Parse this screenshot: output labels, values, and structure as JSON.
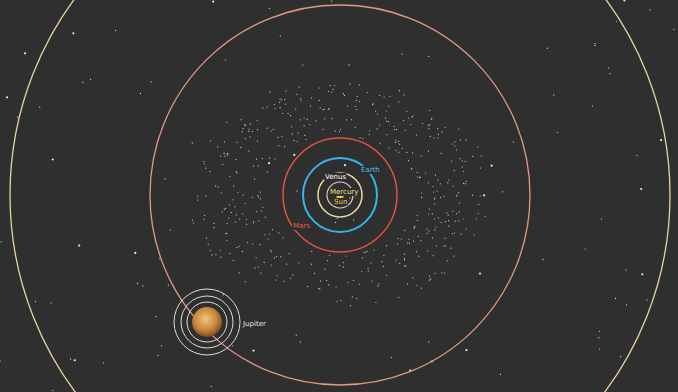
{
  "diagram": {
    "labels": [
      "Venus",
      "Earth",
      "Mercury",
      "Sun",
      "Mars",
      "Jupiter"
    ]
  }
}
